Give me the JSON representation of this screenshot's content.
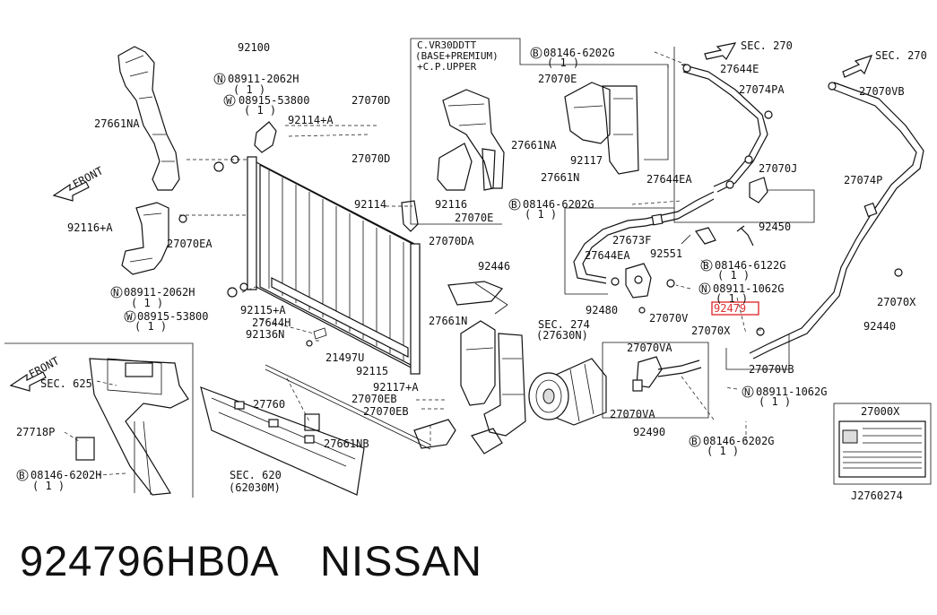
{
  "labels": {
    "l_92100": "92100",
    "l_08911_2062H_a": "08911-2062H",
    "l_q1_a": "( 1 )",
    "l_08915_53800_a": "08915-53800",
    "l_q1_b": "( 1 )",
    "l_92114A_a": "92114+A",
    "l_27661NA_a": "27661NA",
    "l_27070D_a": "27070D",
    "l_27070D_b": "27070D",
    "l_front_a": "FRONT",
    "l_92116A": "92116+A",
    "l_27070EA": "27070EA",
    "l_92114": "92114",
    "l_08911_2062H_b": "08911-2062H",
    "l_92115A": "92115+A",
    "l_08915_53800_b": "08915-53800",
    "l_q1_c": "( 1 )",
    "l_q1_d": "( 1 )",
    "l_27644H": "27644H",
    "l_92136N": "92136N",
    "l_21497U": "21497U",
    "l_92115": "92115",
    "l_cvr": "C.VR30DDTT",
    "l_base": "(BASE+PREMIUM)",
    "l_cpupper": "+C.P.UPPER",
    "l_27661NA_b": "27661NA",
    "l_92116": "92116",
    "l_27070E_a": "27070E",
    "l_27070E_b": "27070E",
    "l_92117": "92117",
    "l_27661N_a": "27661N",
    "l_08146_6202G_a": "08146-6202G",
    "l_q1_e": "( 1 )",
    "l_08146_6202G_b": "08146-6202G",
    "l_q1_f": "( 1 )",
    "l_27070DA": "27070DA",
    "l_92446": "92446",
    "l_27661N_b": "27661N",
    "l_92117A": "92117+A",
    "l_27070EB_a": "27070EB",
    "l_27070EB_b": "27070EB",
    "l_27760": "27760",
    "l_27661NB": "27661NB",
    "l_sec620": "SEC. 620",
    "l_62030M": "(62030M)",
    "l_front_b": "FRONT",
    "l_sec625": "SEC. 625",
    "l_27718P": "27718P",
    "l_08146_6202H": "08146-6202H",
    "l_q1_g": "( 1 )",
    "l_sec270_a": "SEC. 270",
    "l_27644E": "27644E",
    "l_27074PA": "27074PA",
    "l_27070J": "27070J",
    "l_27644EA_a": "27644EA",
    "l_92450": "92450",
    "l_27673F": "27673F",
    "l_92551": "92551",
    "l_27644EA_b": "27644EA",
    "l_08146_6122G": "08146-6122G",
    "l_q1_h": "( 1 )",
    "l_08911_1062G_a": "08911-1062G",
    "l_q1_i": "( 1 )",
    "l_92480": "92480",
    "l_27070V": "27070V",
    "l_92479": "92479",
    "l_sec274": "SEC. 274",
    "l_27630N": "(27630N)",
    "l_sec270_b": "SEC. 270",
    "l_27070VB_a": "27070VB",
    "l_27074P": "27074P",
    "l_27070X_a": "27070X",
    "l_92440": "92440",
    "l_27070X_b": "27070X",
    "l_27070VB_b": "27070VB",
    "l_27070VA_a": "27070VA",
    "l_27070VA_b": "27070VA",
    "l_92490": "92490",
    "l_08911_1062G_b": "08911-1062G",
    "l_q1_j": "( 1 )",
    "l_08146_6202G_c": "08146-6202G",
    "l_q1_k": "( 1 )",
    "l_27000X": "27000X",
    "l_ref": "J2760274"
  },
  "circled_prefixes": {
    "n": "N",
    "w": "W",
    "b": "B"
  },
  "footer": {
    "part_number": "924796HB0A",
    "brand": "NISSAN"
  },
  "colors": {
    "highlight": "#e03030",
    "line": "#111111",
    "background": "#ffffff"
  }
}
